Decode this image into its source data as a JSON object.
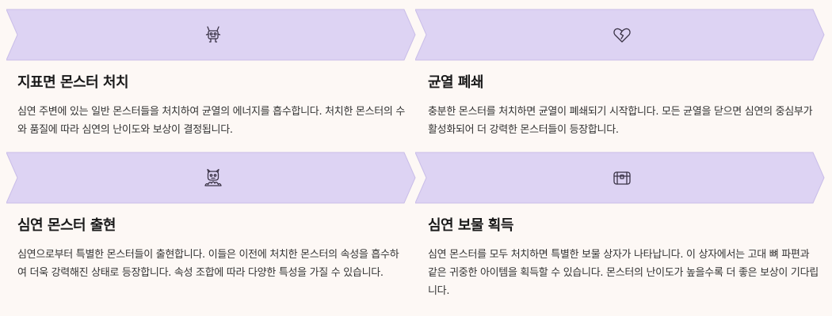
{
  "colors": {
    "background": "#fdf8f5",
    "banner_fill": "#ddd3f3",
    "banner_stroke": "#c9bde8",
    "icon_stroke": "#3a3346"
  },
  "steps": [
    {
      "icon": "monster-robot-icon",
      "title": "지표면 몬스터 처치",
      "description": "심연 주변에 있는 일반 몬스터들을 처치하여 균열의 에너지를 흡수합니다. 처치한 몬스터의 수와 품질에 따라 심연의 난이도와 보상이 결정됩니다."
    },
    {
      "icon": "broken-heart-icon",
      "title": "균열 폐쇄",
      "description": "충분한 몬스터를 처치하면 균열이 폐쇄되기 시작합니다. 모든 균열을 닫으면 심연의 중심부가 활성화되어 더 강력한 몬스터들이 등장합니다."
    },
    {
      "icon": "flame-demon-icon",
      "title": "심연 몬스터 출현",
      "description": "심연으로부터 특별한 몬스터들이 출현합니다. 이들은 이전에 처치한 몬스터의 속성을 흡수하여 더욱 강력해진 상태로 등장합니다. 속성 조합에 따라 다양한 특성을 가질 수 있습니다."
    },
    {
      "icon": "treasure-chest-icon",
      "title": "심연 보물 획득",
      "description": "심연 몬스터를 모두 처치하면 특별한 보물 상자가 나타납니다. 이 상자에서는 고대 뼈 파편과 같은 귀중한 아이템을 획득할 수 있습니다. 몬스터의 난이도가 높을수록 더 좋은 보상이 기다립니다."
    }
  ]
}
